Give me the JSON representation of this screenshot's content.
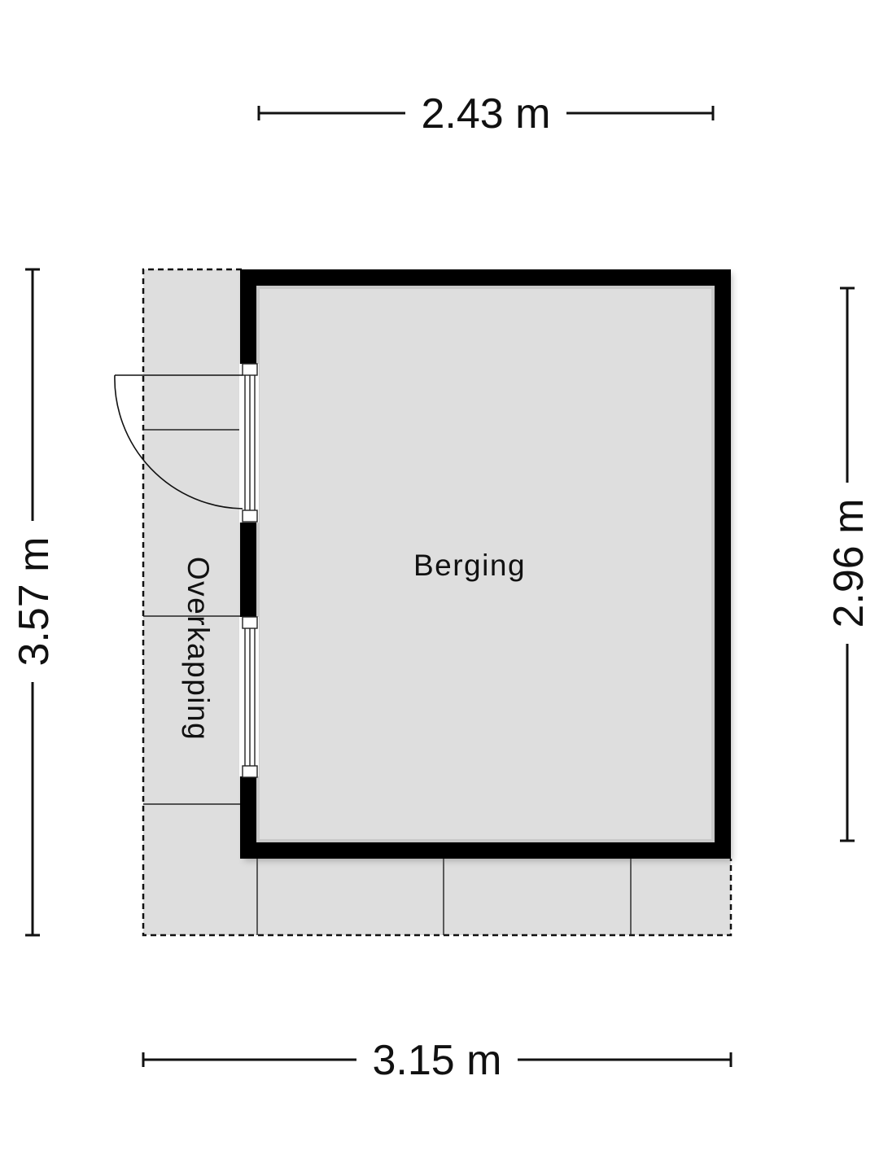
{
  "plan": {
    "rooms": [
      {
        "id": "berging",
        "label": "Berging"
      },
      {
        "id": "overkapping",
        "label": "Overkapping"
      }
    ],
    "dimensions": {
      "top_width": "2.43 m",
      "bottom_width": "3.15 m",
      "left_height": "3.57 m",
      "right_height": "2.96 m"
    },
    "colors": {
      "wall": "#000000",
      "room_fill": "#dedede",
      "background": "#ffffff",
      "text": "#111111"
    }
  }
}
